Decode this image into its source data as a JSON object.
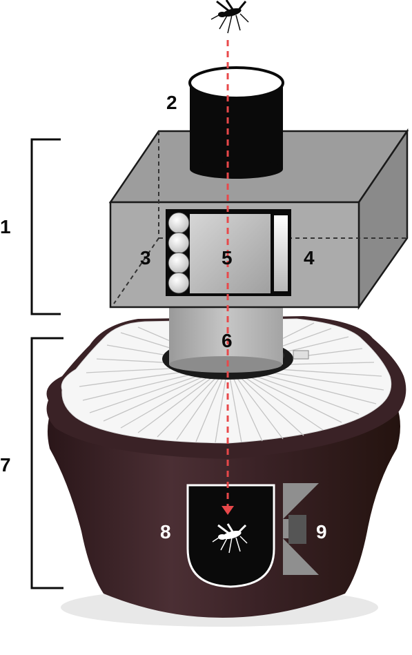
{
  "labels": {
    "l1": "1",
    "l2": "2",
    "l3": "3",
    "l4": "4",
    "l5": "5",
    "l6": "6",
    "l7": "7",
    "l8": "8",
    "l9": "9"
  },
  "colors": {
    "housing_dark": "#3b2428",
    "housing_mid": "#5a3b40",
    "box_fill": "#a9a9a9",
    "box_edge": "#1a1a1a",
    "cylinder_black": "#0a0a0a",
    "path_red": "#e8484a",
    "grille": "#f3f3f3",
    "icon_gray": "#8f8f8f",
    "icon_dark_gray": "#5a5a5a"
  },
  "icons": {
    "mosquito_top": "mosquito-icon",
    "mosquito_trapped": "mosquito-icon",
    "fan": "fan-icon",
    "cartridge": "cartridge-icon",
    "light_bar": "light-bar-icon",
    "trap_bag": "trap-bag-icon"
  }
}
